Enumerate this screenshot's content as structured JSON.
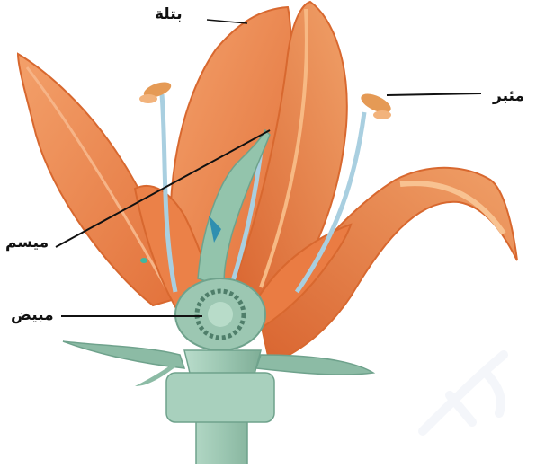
{
  "labels": {
    "petal": "بتلة",
    "anther": "مئبر",
    "stigma": "ميسم",
    "ovary": "مبيض"
  },
  "colors": {
    "petal": "#ef8a4c",
    "petal_dark": "#d9652b",
    "petal_light": "#f7b07a",
    "stem": "#9cc7b2",
    "stem_dark": "#6fa28c",
    "filament": "#a9cfe0",
    "anther": "#e59a55",
    "line": "#111111"
  },
  "icons": {
    "watermark": "watermark-glyph"
  }
}
